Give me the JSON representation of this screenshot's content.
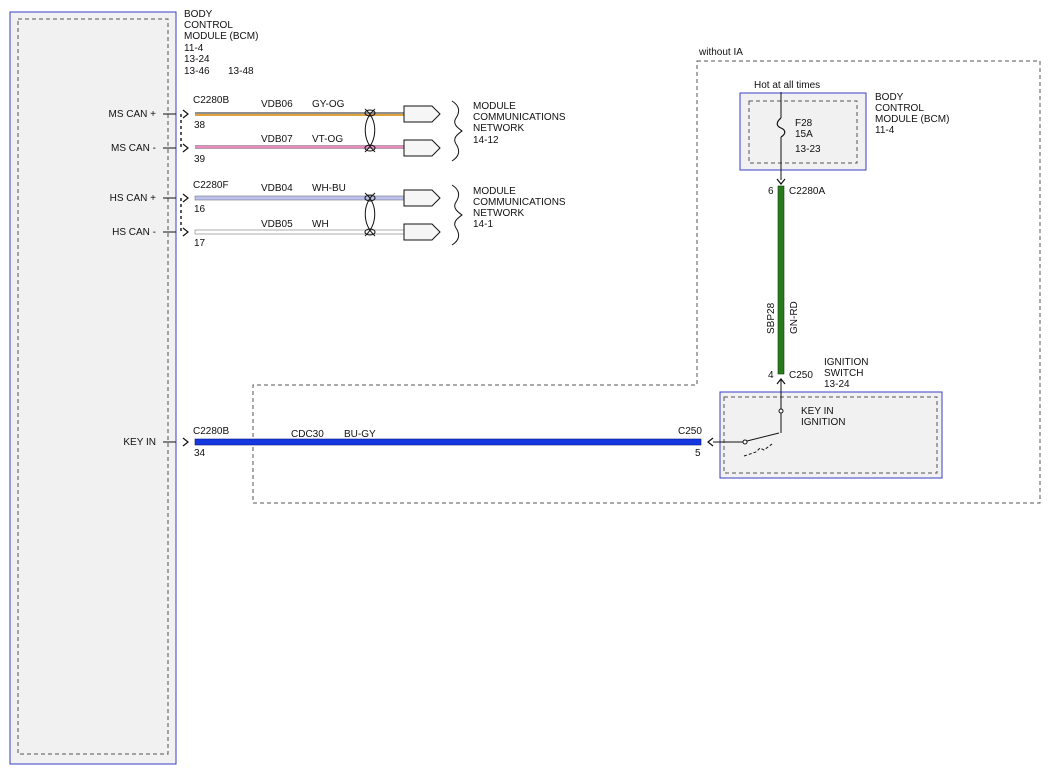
{
  "colors": {
    "module_border": "#3a3fc8",
    "module_fill": "#f1f1f1",
    "dashed": "#555555",
    "wire_gy_og_1": "#8f8f8f",
    "wire_gy_og_2": "#e0a23c",
    "wire_vt_og": "#e98abf",
    "wire_wh_bu": "#bcc1ee",
    "wire_wh": "#ffffff",
    "wire_bu_gy": "#1437e0",
    "wire_gn_rd": "#287a1c"
  },
  "bcm_left": {
    "title": [
      "BODY",
      "CONTROL",
      "MODULE (BCM)"
    ],
    "refs": [
      "11-4",
      "13-24",
      "13-46",
      "13-48"
    ]
  },
  "pins": {
    "ms_can_plus": "MS CAN +",
    "ms_can_minus": "MS CAN -",
    "hs_can_plus": "HS CAN +",
    "hs_can_minus": "HS CAN -",
    "key_in": "KEY IN"
  },
  "connectors": {
    "c2280b_ms": "C2280B",
    "c2280f": "C2280F",
    "c2280b_key": "C2280B",
    "c250_left": "C250",
    "c2280a": "C2280A",
    "c250_right": "C250"
  },
  "pin_numbers": {
    "p38": "38",
    "p39": "39",
    "p16": "16",
    "p17": "17",
    "p34": "34",
    "p5": "5",
    "p6": "6",
    "p4": "4"
  },
  "circuits": {
    "vdb06": "VDB06",
    "gy_og": "GY-OG",
    "vdb07": "VDB07",
    "vt_og": "VT-OG",
    "vdb04": "VDB04",
    "wh_bu": "WH-BU",
    "vdb05": "VDB05",
    "wh": "WH",
    "cdc30": "CDC30",
    "bu_gy": "BU-GY",
    "sbp28": "SBP28",
    "gn_rd": "GN-RD"
  },
  "network_ms": [
    "MODULE",
    "COMMUNICATIONS",
    "NETWORK",
    "14-12"
  ],
  "network_hs": [
    "MODULE",
    "COMMUNICATIONS",
    "NETWORK",
    "14-1"
  ],
  "without_ia": "without IA",
  "hot_at_all_times": "Hot at all times",
  "fuse": {
    "name": "F28",
    "rating": "15A",
    "ref": "13-23"
  },
  "bcm_right": [
    "BODY",
    "CONTROL",
    "MODULE (BCM)",
    "11-4"
  ],
  "ignition_switch": [
    "IGNITION",
    "SWITCH",
    "13-24"
  ],
  "key_in_ignition": [
    "KEY IN",
    "IGNITION"
  ]
}
